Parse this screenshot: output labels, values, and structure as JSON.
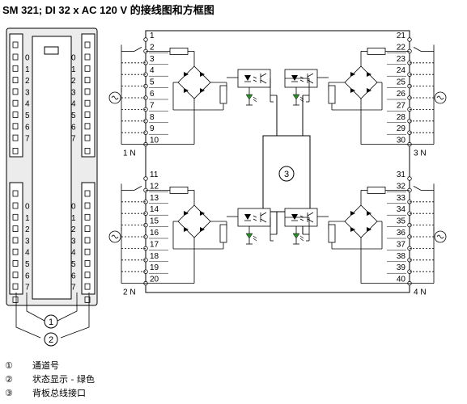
{
  "title": "SM 321; DI 32 x AC 120 V 的接线图和方框图",
  "module_channels": {
    "upper": [
      "0",
      "1",
      "2",
      "3",
      "4",
      "5",
      "6",
      "7"
    ],
    "lower": [
      "0",
      "1",
      "2",
      "3",
      "4",
      "5",
      "6",
      "7"
    ]
  },
  "callouts": [
    "1",
    "2",
    "3"
  ],
  "terminals": {
    "top_left": [
      "1",
      "2",
      "3",
      "4",
      "5",
      "6",
      "7",
      "8",
      "9",
      "10"
    ],
    "bottom_left": [
      "11",
      "12",
      "13",
      "14",
      "15",
      "16",
      "17",
      "18",
      "19",
      "20"
    ],
    "top_right": [
      "21",
      "22",
      "23",
      "24",
      "25",
      "26",
      "27",
      "28",
      "29",
      "30"
    ],
    "bottom_right": [
      "31",
      "32",
      "33",
      "34",
      "35",
      "36",
      "37",
      "38",
      "39",
      "40"
    ]
  },
  "neutral_labels": {
    "top_left": "1 N",
    "bottom_left": "2 N",
    "top_right": "3 N",
    "bottom_right": "4 N"
  },
  "legend": [
    {
      "num": "①",
      "text": "通道号"
    },
    {
      "num": "②",
      "text": "状态显示 - 绿色"
    },
    {
      "num": "③",
      "text": "背板总线接口"
    }
  ],
  "colors": {
    "line": "#000000",
    "module_fill": "#ececec",
    "led_green": "#2a8c2a"
  }
}
